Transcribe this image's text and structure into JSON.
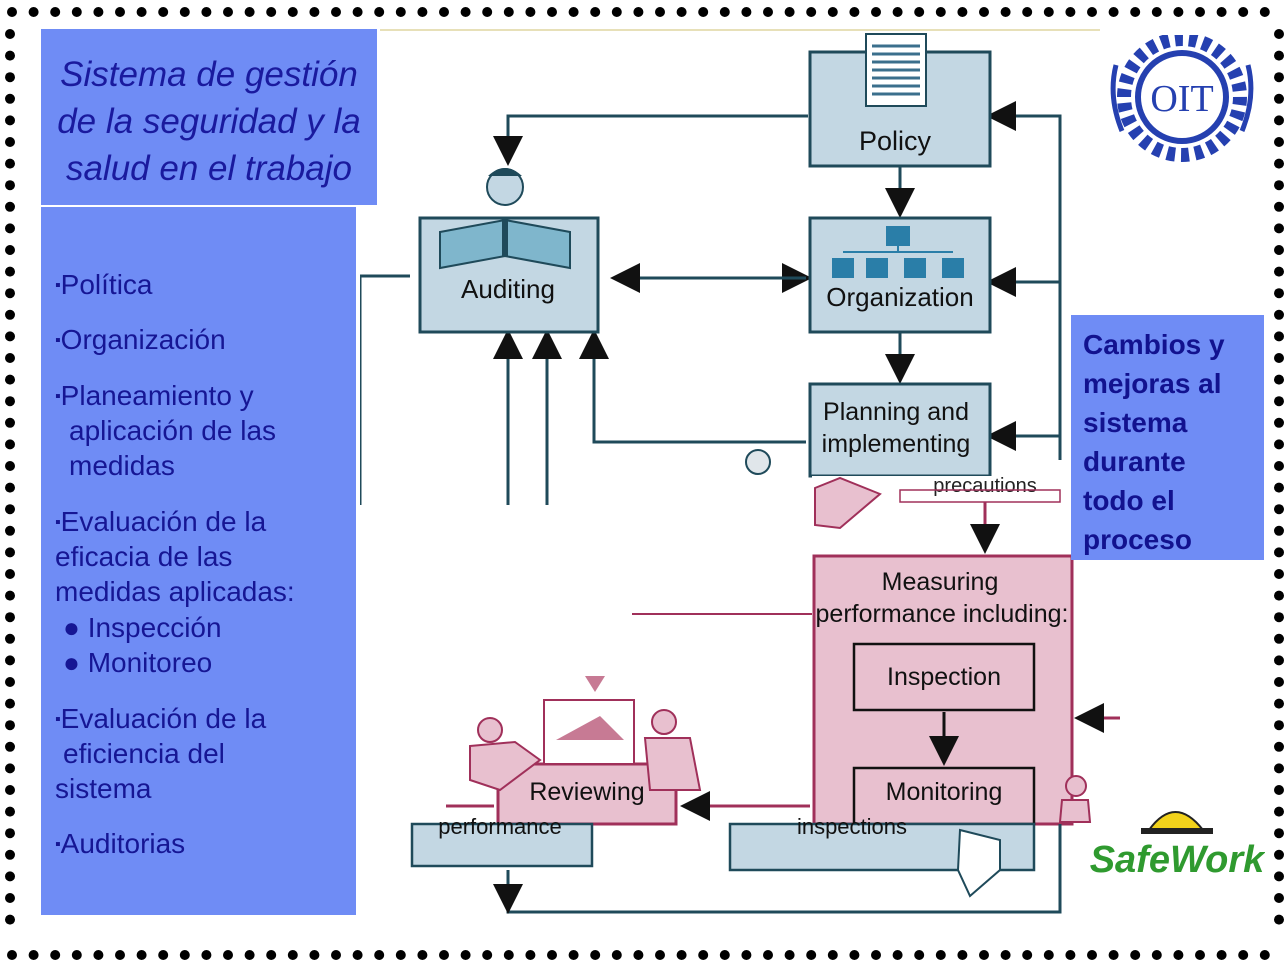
{
  "title": {
    "line1": "Sistema de gestión",
    "line2": "de la seguridad y la",
    "line3": "salud en el trabajo"
  },
  "left_list": {
    "politica": "Política",
    "organizacion": "Organización",
    "planeamiento_1": "Planeamiento y",
    "planeamiento_2": "aplicación de las",
    "planeamiento_3": "medidas",
    "evaluacion_eficacia_1": "Evaluación de la",
    "evaluacion_eficacia_2": "eficacia de las",
    "evaluacion_eficacia_3": "medidas aplicadas:",
    "inspeccion": "Inspección",
    "monitoreo": "Monitoreo",
    "evaluacion_eficiencia_1": "Evaluación de la",
    "evaluacion_eficiencia_2": "eficiencia del",
    "evaluacion_eficiencia_3": "sistema",
    "auditorias": "Auditorias"
  },
  "diagram": {
    "policy": "Policy",
    "auditing": "Auditing",
    "organization": "Organization",
    "planning_1": "Planning and",
    "planning_2": "implementing",
    "planning_3": "precautions",
    "measuring_1": "Measuring",
    "measuring_2": "performance including:",
    "inspection": "Inspection",
    "monitoring_1": "Monitoring",
    "monitoring_2": "inspections",
    "reviewing_1": "Reviewing",
    "reviewing_2": "performance",
    "performance_fragment": "performance",
    "inspections_fragment": "inspections"
  },
  "changes_box": {
    "line1": "Cambios y",
    "line2": "mejoras al",
    "line3": "sistema",
    "line4": "durante",
    "line5": "todo el",
    "line6": "proceso"
  },
  "logos": {
    "oit_text": "OIT",
    "safework_text": "SafeWork"
  },
  "colors": {
    "panel_blue": "#6f8cf5",
    "text_navy": "#161694",
    "box_blue": "#c3d7e3",
    "box_pink": "#e8c0cf",
    "line_pink": "#a0305a",
    "safework_green": "#2f9a2f",
    "helmet_yellow": "#f2d21b"
  },
  "icons": {
    "policy_document": "document-icon",
    "auditor": "person-reading-icon",
    "org_chart": "org-chart-icon"
  }
}
